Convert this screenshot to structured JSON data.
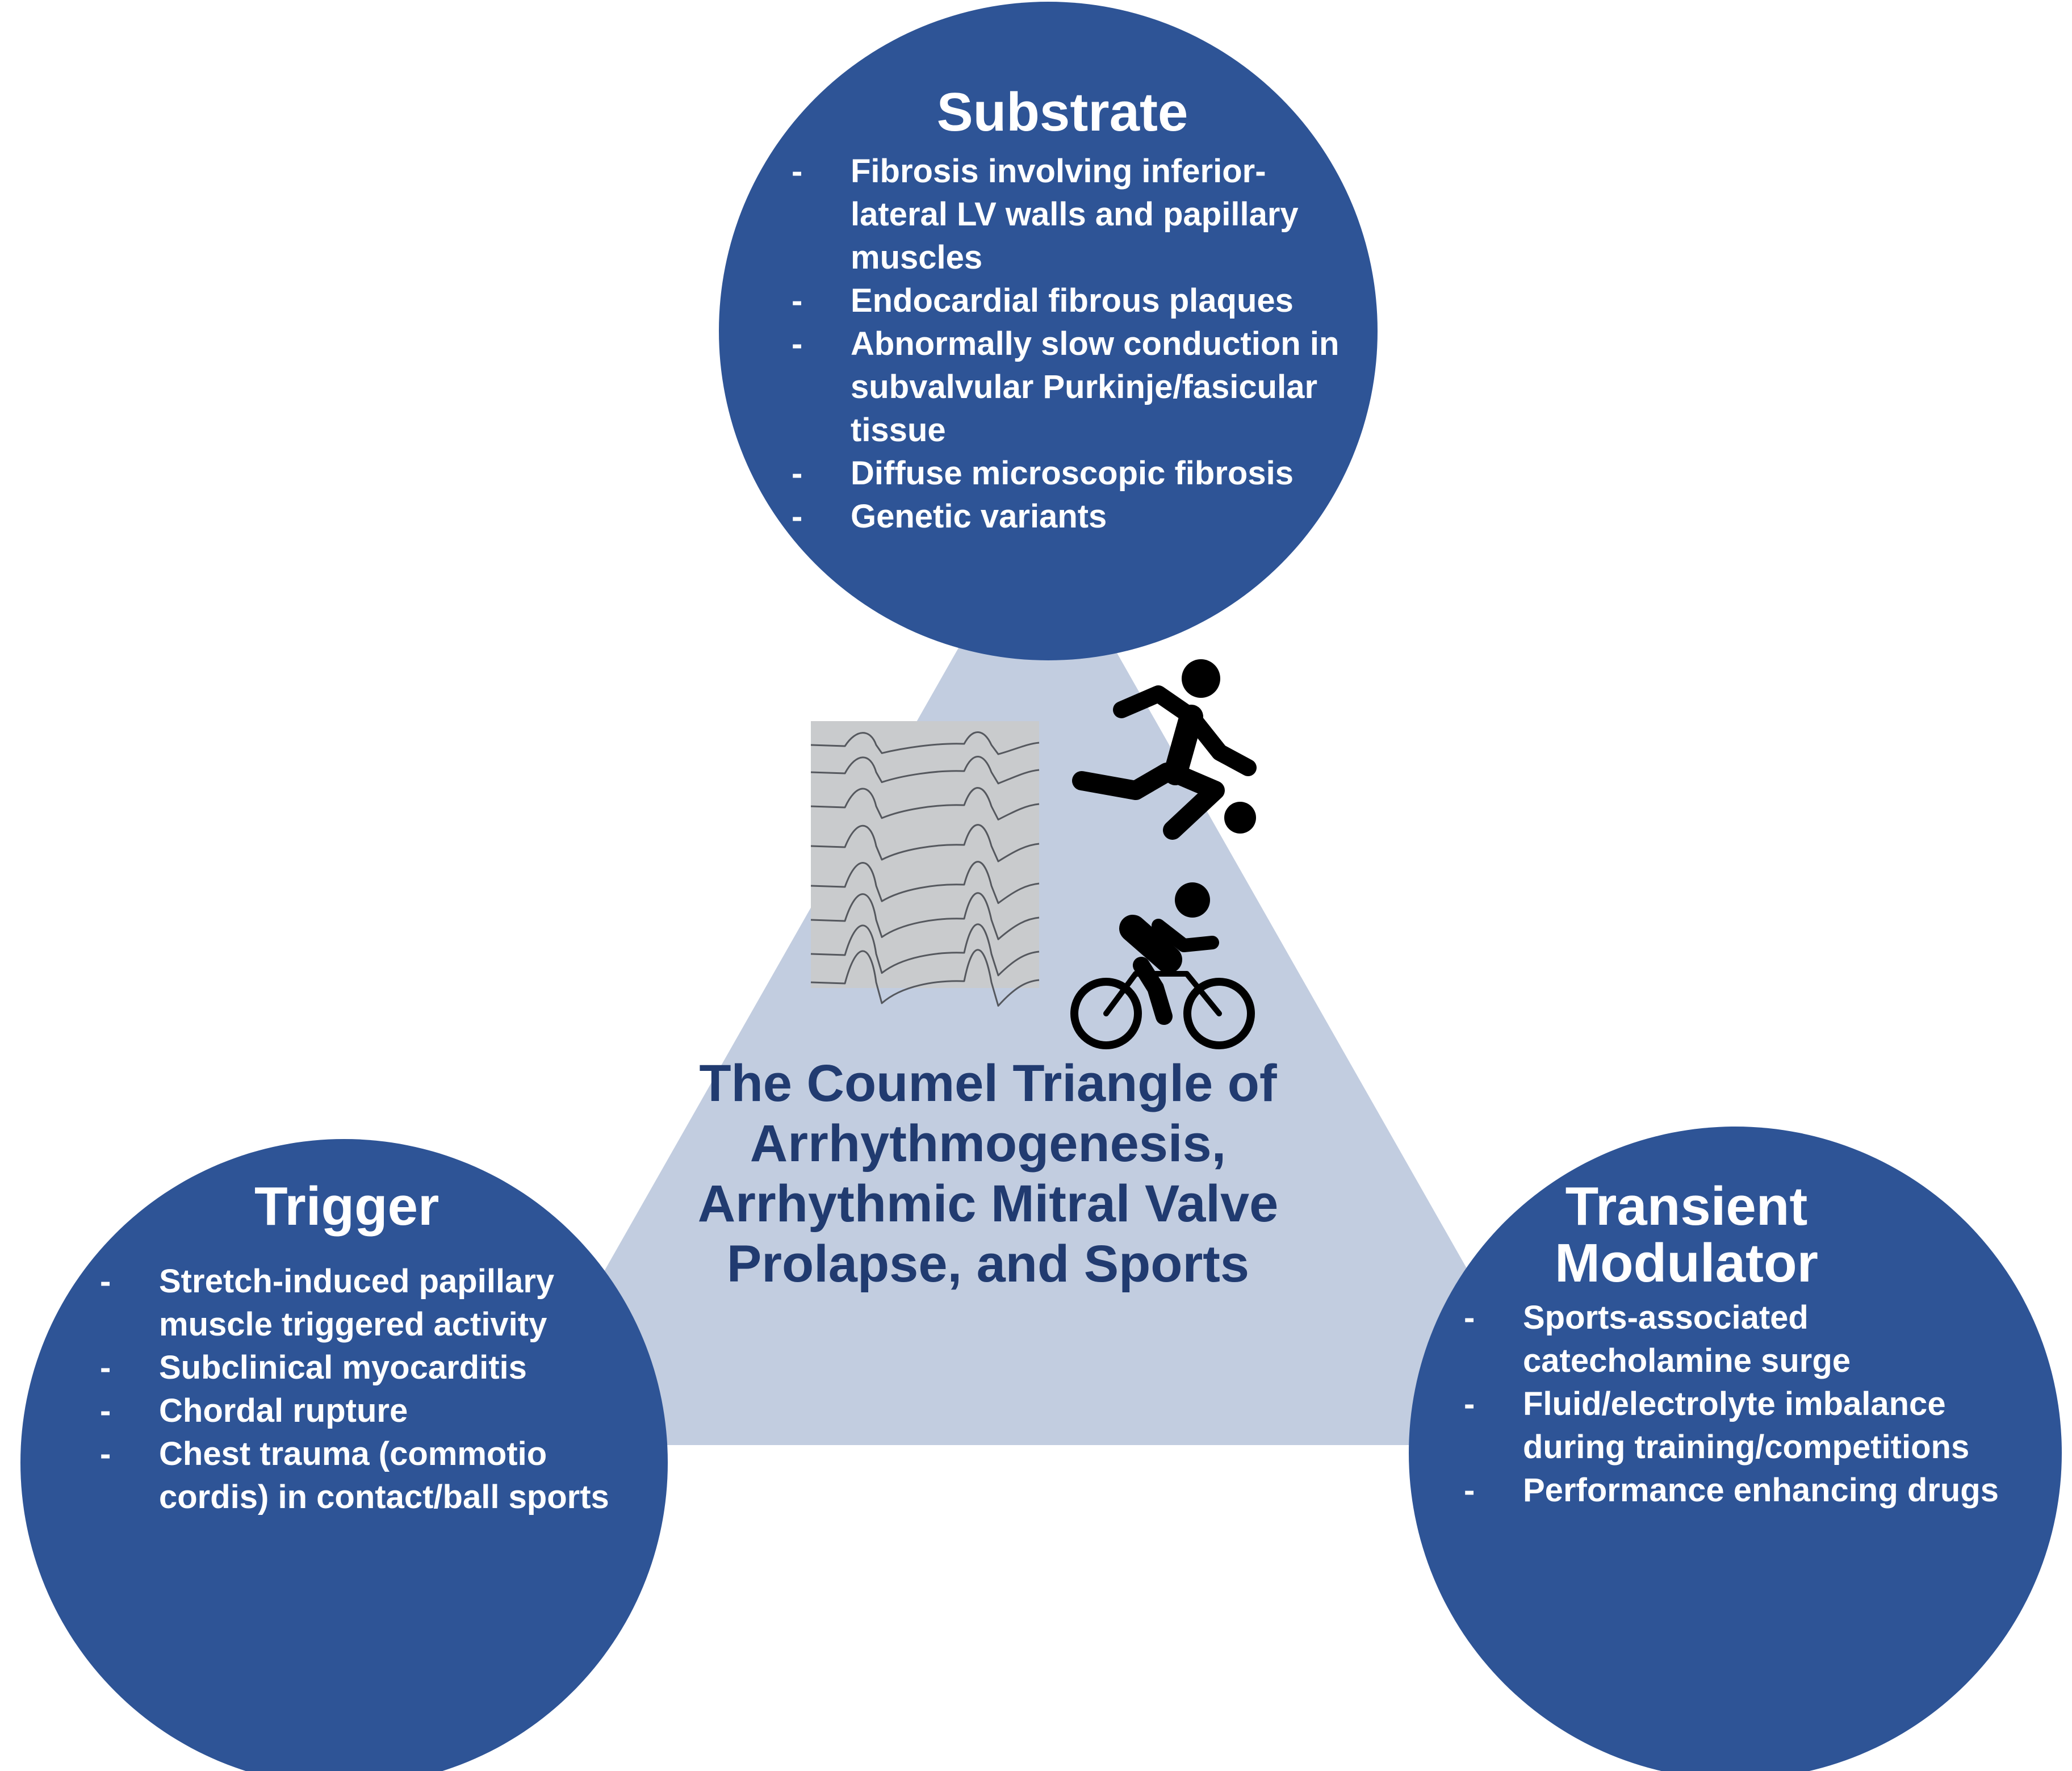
{
  "colors": {
    "circle_fill": "#2e5496",
    "triangle_fill": "#c2cde0",
    "title_text": "#213b70",
    "circle_text": "#ffffff",
    "ecg_background": "#c9cbcd",
    "ecg_trace": "#55585e",
    "icon_color": "#000000"
  },
  "icons": [
    "ecg-strip-image",
    "soccer-player-icon",
    "cyclist-icon"
  ],
  "center": {
    "title_lines": [
      "The Coumel Triangle of",
      "Arrhythmogenesis,",
      "Arrhythmic Mitral Valve",
      "Prolapse, and Sports"
    ]
  },
  "substrate": {
    "title": "Substrate",
    "items": [
      "Fibrosis involving inferior-lateral LV walls and papillary muscles",
      "Endocardial fibrous plaques",
      "Abnormally slow conduction in subvalvular Purkinje/fasicular tissue",
      "Diffuse microscopic fibrosis",
      "Genetic variants"
    ]
  },
  "trigger": {
    "title": "Trigger",
    "items": [
      "Stretch-induced papillary muscle triggered activity",
      "Subclinical myocarditis",
      "Chordal rupture",
      "Chest trauma (commotio cordis) in contact/ball sports"
    ]
  },
  "modulator": {
    "title_lines": [
      "Transient",
      "Modulator"
    ],
    "items": [
      "Sports-associated catecholamine surge",
      "Fluid/electrolyte imbalance during training/competitions",
      "Performance enhancing drugs"
    ]
  }
}
